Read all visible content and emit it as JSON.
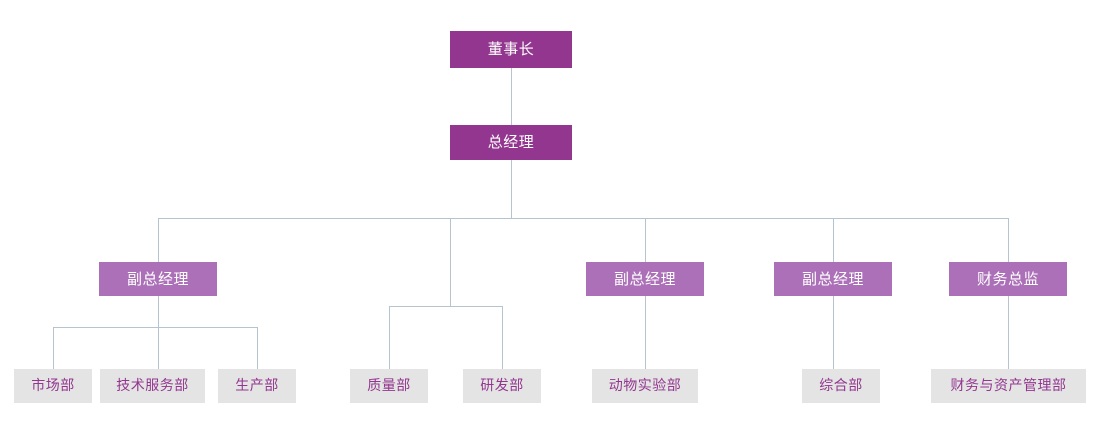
{
  "chart": {
    "title": "",
    "type": "org-chart",
    "colors": {
      "level1_bg": "#93368f",
      "level2_bg": "#ac70b8",
      "level3_bg": "#e4e4e4",
      "level1_text": "#ffffff",
      "level2_text": "#ffffff",
      "level3_text": "#93368f",
      "connector": "#b6c4d0",
      "background": "#ffffff"
    },
    "nodes": {
      "chairman": {
        "label": "董事长",
        "level": 1
      },
      "general_manager": {
        "label": "总经理",
        "level": 1
      },
      "vgm_1": {
        "label": "副总经理",
        "level": 2
      },
      "vgm_2": {
        "label": "副总经理",
        "level": 2
      },
      "vgm_3": {
        "label": "副总经理",
        "level": 2
      },
      "cfo": {
        "label": "财务总监",
        "level": 2
      },
      "dept_marketing": {
        "label": "市场部",
        "level": 3
      },
      "dept_tech_service": {
        "label": "技术服务部",
        "level": 3
      },
      "dept_production": {
        "label": "生产部",
        "level": 3
      },
      "dept_quality": {
        "label": "质量部",
        "level": 3
      },
      "dept_rnd": {
        "label": "研发部",
        "level": 3
      },
      "dept_animal_lab": {
        "label": "动物实验部",
        "level": 3
      },
      "dept_general_affairs": {
        "label": "综合部",
        "level": 3
      },
      "dept_finance_asset": {
        "label": "财务与资产管理部",
        "level": 3
      }
    }
  }
}
